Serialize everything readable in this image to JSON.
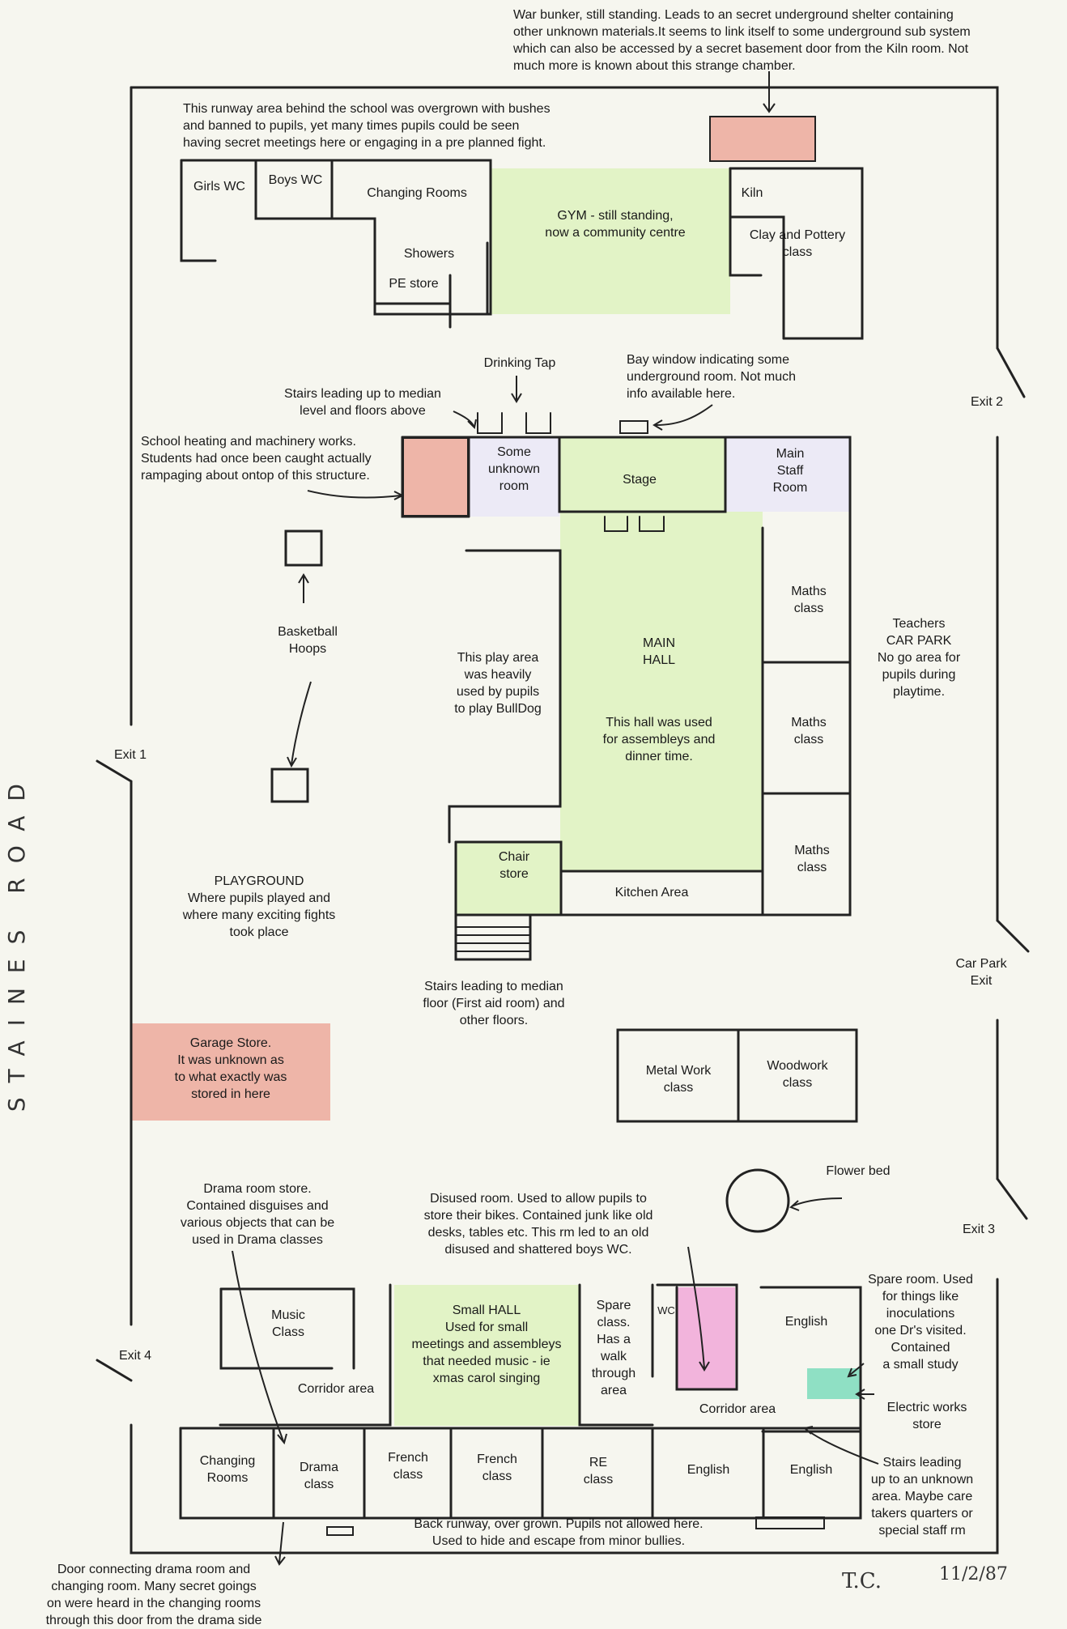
{
  "notes": {
    "bunker": "War bunker, still standing. Leads to an secret underground shelter containing\nother unknown materials.It seems to link itself to some underground sub system\nwhich can also be accessed by a secret basement door from the Kiln room. Not\nmuch more is known about this strange chamber.",
    "runway_top": "This  runway area behind the school was overgrown with bushes\nand banned to pupils, yet many times pupils could be seen\nhaving secret meetings here or engaging in a pre planned fight.",
    "drinking_tap": "Drinking Tap",
    "bay_window": "Bay window indicating some\nunderground room. Not much\ninfo available here.",
    "stairs_upper": "Stairs leading up to median\nlevel and floors above",
    "heating": "School heating and machinery works.\nStudents had once been caught actually\nrampaging about ontop of this structure.",
    "basketball": "Basketball\nHoops",
    "play_area": "This play area\nwas heavily\nused by pupils\nto play BullDog",
    "playground": "PLAYGROUND\nWhere pupils played and\nwhere many exciting fights\ntook place",
    "stairs_median": "Stairs leading to median\nfloor (First aid room) and\nother floors.",
    "teachers_car_park": "Teachers\nCAR PARK\nNo go area for\npupils during\nplaytime.",
    "flower_bed": "Flower bed",
    "drama_store": "Drama room store.\nContained disguises and\nvarious objects that can be\nused in Drama classes",
    "disused_room": "Disused room. Used to allow pupils to\nstore their bikes. Contained junk like old\ndesks, tables etc. This rm led to an old\ndisused and shattered boys WC.",
    "spare_room": "Spare room. Used\nfor things like\ninoculations\none Dr's visited.\nContained\na small study",
    "electric_store": "Electric works\nstore",
    "stairs_unknown": "Stairs leading\nup to an unknown\narea. Maybe care\ntakers quarters or\nspecial staff rm",
    "back_runway": "Back runway, over grown. Pupils not allowed here.\nUsed to hide and escape from minor bullies.",
    "door_drama": "Door connecting drama room and\nchanging room. Many secret goings\non were heard in the changing rooms\nthrough this door from the drama side"
  },
  "rooms": {
    "girls_wc": "Girls WC",
    "boys_wc": "Boys WC",
    "changing_rooms_top": "Changing Rooms",
    "showers": "Showers",
    "pe_store": "PE store",
    "gym": "GYM - still standing,\nnow a community centre",
    "kiln": "Kiln",
    "clay_pottery": "Clay and Pottery\nclass",
    "unknown_room": "Some\nunknown\nroom",
    "stage": "Stage",
    "main_staff_room": "Main\nStaff\nRoom",
    "maths1": "Maths\nclass",
    "maths2": "Maths\nclass",
    "maths3": "Maths\nclass",
    "main_hall": "MAIN\nHALL",
    "main_hall_note": "This hall was used\nfor assembleys and\ndinner time.",
    "chair_store": "Chair\nstore",
    "kitchen": "Kitchen Area",
    "garage_store": "Garage Store.\nIt was unknown as\nto what exactly was\nstored in here",
    "metal_work": "Metal Work\nclass",
    "woodwork": "Woodwork\nclass",
    "music": "Music\nClass",
    "small_hall": "Small HALL\nUsed for small\nmeetings and assembleys\nthat needed music - ie\nxmas carol singing",
    "spare_class": "Spare\nclass.\nHas a\nwalk\nthrough\narea",
    "wc": "WC",
    "english_top": "English",
    "corridor_left": "Corridor area",
    "corridor_right": "Corridor area",
    "changing_rooms_bottom": "Changing\nRooms",
    "drama": "Drama\nclass",
    "french1": "French\nclass",
    "french2": "French\nclass",
    "re": "RE\nclass",
    "english_b1": "English",
    "english_b2": "English"
  },
  "exits": {
    "exit1": "Exit 1",
    "exit2": "Exit 2",
    "exit3": "Exit 3",
    "exit4": "Exit 4",
    "car_park_exit": "Car Park\nExit"
  },
  "road": "STAINES ROAD",
  "signature": {
    "initials": "T.C.",
    "date": "11/2/87"
  },
  "colors": {
    "green": "#e2f3c6",
    "red": "#eeb5a8",
    "pink": "#f2b4dc",
    "lavender": "#eceaf6",
    "teal": "#8fe0c4"
  }
}
